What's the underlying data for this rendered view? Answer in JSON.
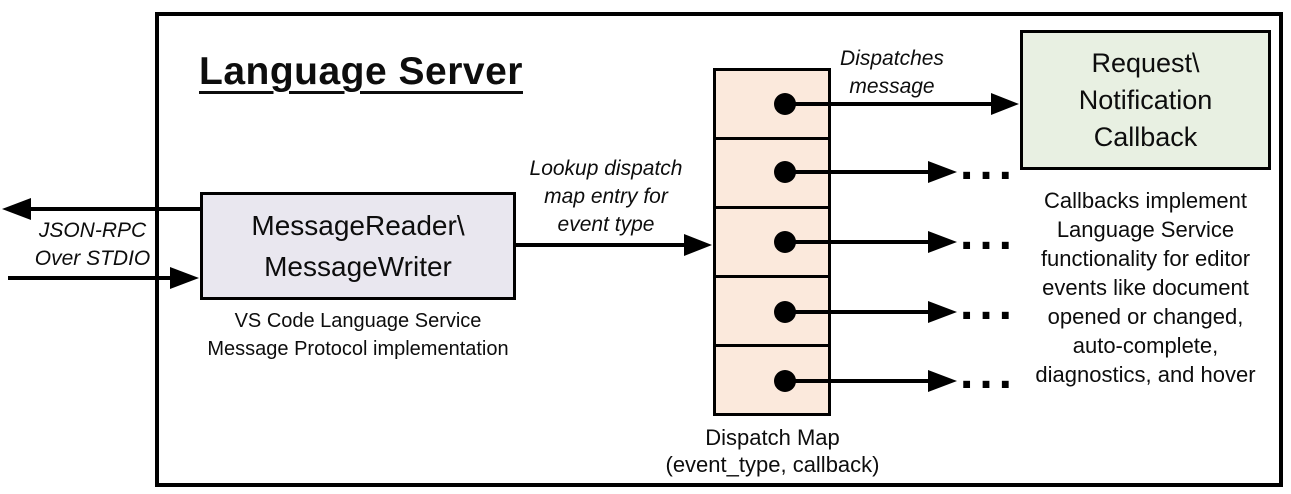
{
  "title": "Language Server",
  "io_label": {
    "line1": "JSON-RPC",
    "line2": "Over STDIO"
  },
  "message_box": {
    "line1": "MessageReader\\",
    "line2": "MessageWriter"
  },
  "message_box_caption": {
    "line1": "VS Code Language Service",
    "line2": "Message Protocol implementation"
  },
  "lookup_label": {
    "line1": "Lookup dispatch",
    "line2": "map entry for",
    "line3": "event type"
  },
  "dispatches_label": {
    "line1": "Dispatches",
    "line2": "message"
  },
  "dispatch_map": {
    "cell_count": 5,
    "label_line1": "Dispatch Map",
    "label_line2": "(event_type, callback)"
  },
  "callback_box": {
    "line1": "Request\\",
    "line2": "Notification",
    "line3": "Callback"
  },
  "callbacks_note": {
    "lines": [
      "Callbacks implement",
      "Language Service",
      "functionality for editor",
      "events like document",
      "opened or changed,",
      "auto-complete,",
      "diagnostics, and hover"
    ]
  },
  "ellipsis": "...",
  "colors": {
    "border": "#000000",
    "message_box_fill": "#e9e7ef",
    "dispatch_cell_fill": "#fbe9dc",
    "callback_box_fill": "#e8f0e2"
  }
}
